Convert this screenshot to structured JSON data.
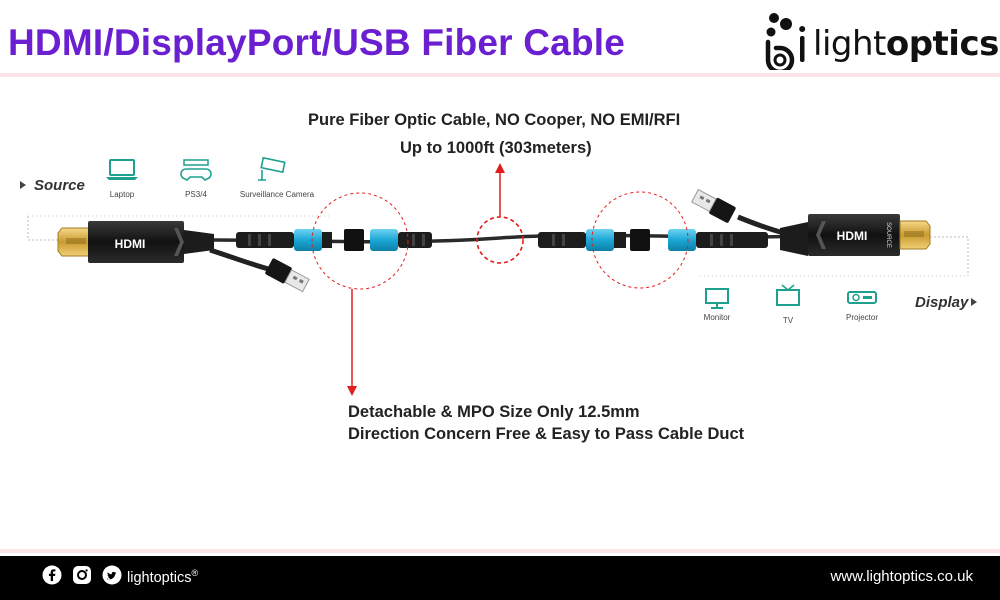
{
  "header": {
    "title": "HDMI/DisplayPort/USB Fiber Cable"
  },
  "brand": {
    "name_light": "light",
    "name_bold": "optics"
  },
  "colors": {
    "title": "#6a1fd0",
    "accent_red": "#e11d1d",
    "connector_blue": "#1ba7d6",
    "band": "#fbe3e6"
  },
  "notes": {
    "top_line1": "Pure Fiber Optic Cable, NO Cooper, NO EMI/RFI",
    "top_line2": "Up to 1000ft (303meters)",
    "bottom_line1": "Detachable & MPO Size Only 12.5mm",
    "bottom_line2": "Direction Concern Free & Easy to Pass Cable Duct"
  },
  "source": {
    "label": "Source",
    "devices": [
      {
        "label": "Laptop",
        "icon": "laptop-icon"
      },
      {
        "label": "PS3/4",
        "icon": "gamepad-icon"
      },
      {
        "label": "Surveillance Camera",
        "icon": "camera-icon"
      }
    ],
    "plug_label": "HDMI"
  },
  "display": {
    "label": "Display",
    "devices": [
      {
        "label": "Monitor",
        "icon": "monitor-icon"
      },
      {
        "label": "TV",
        "icon": "tv-icon"
      },
      {
        "label": "Projector",
        "icon": "projector-icon"
      }
    ],
    "plug_label": "HDMI",
    "plug_side_label": "SOURCE"
  },
  "footer": {
    "brand": "lightoptics",
    "brand_mark": "®",
    "url": "www.lightoptics.co.uk",
    "social": [
      "facebook-icon",
      "instagram-icon",
      "twitter-icon"
    ]
  }
}
